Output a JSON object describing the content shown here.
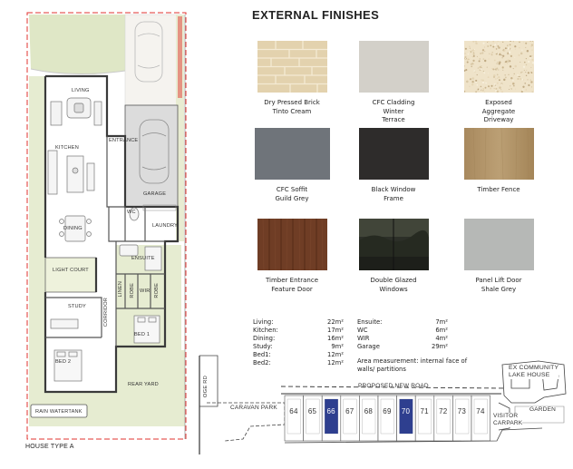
{
  "plan": {
    "rooms": {
      "living": "LIVING",
      "kitchen": "KITCHEN",
      "entrance": "ENTRANCE",
      "garage": "GARAGE",
      "dining": "DINING",
      "wc": "WC",
      "laundry": "LAUNDRY",
      "light_court": "LIGHT COURT",
      "ensuite": "ENSUITE",
      "linen": "LINEN",
      "robe": "ROBE",
      "wir": "WIR",
      "study": "STUDY",
      "corridor": "CORRIDOR",
      "bed1": "BED 1",
      "bed2": "BED 2",
      "rear_yard": "REAR YARD",
      "rain_tank": "RAIN WATERTANK"
    },
    "house_type": "HOUSE TYPE A"
  },
  "finishes": {
    "title": "EXTERNAL FINISHES",
    "items": [
      {
        "name": "Dry Pressed Brick\nTinto Cream",
        "color": "#e3d2ae"
      },
      {
        "name": "CFC Cladding\nWinter\nTerrace",
        "color": "#d3d0c9"
      },
      {
        "name": "Exposed\nAggregate\nDriveway",
        "color": "#efe3c9"
      },
      {
        "name": "CFC Soffit\nGuild Grey",
        "color": "#6f747a"
      },
      {
        "name": "Black Window\nFrame",
        "color": "#2e2c2b"
      },
      {
        "name": "Timber Fence",
        "color": "#b09368"
      },
      {
        "name": "Timber Entrance\nFeature Door",
        "color": "#6f3d25"
      },
      {
        "name": "Double Glazed\nWindows",
        "color": "#2c2f28"
      },
      {
        "name": "Panel Lift Door\nShale Grey",
        "color": "#b6b8b6"
      }
    ]
  },
  "areas": {
    "left": [
      {
        "name": "Living:",
        "value": "22m²"
      },
      {
        "name": "Kitchen:",
        "value": "17m²"
      },
      {
        "name": "Dining:",
        "value": "16m²"
      },
      {
        "name": "Study:",
        "value": "9m²"
      },
      {
        "name": "Bed1:",
        "value": "12m²"
      },
      {
        "name": "Bed2:",
        "value": "12m²"
      }
    ],
    "right": [
      {
        "name": "Ensuite:",
        "value": "7m²"
      },
      {
        "name": "WC",
        "value": "6m²"
      },
      {
        "name": "WIR",
        "value": "4m²"
      },
      {
        "name": "Garage",
        "value": "29m²"
      }
    ],
    "note": "Area measurement: internal face of walls/ partitions"
  },
  "sitemap": {
    "road": "PROPOSED NEW ROAD",
    "side_road": "OGE RD",
    "caravan_park": "CARAVAN PARK",
    "community": "EX COMMUNITY\nLAKE HOUSE",
    "garden": "GARDEN",
    "visitor": "VISITOR\nCARPARK",
    "lots": [
      {
        "label": "64",
        "highlight": false
      },
      {
        "label": "65",
        "highlight": false
      },
      {
        "label": "66",
        "highlight": true
      },
      {
        "label": "67",
        "highlight": false
      },
      {
        "label": "68",
        "highlight": false
      },
      {
        "label": "69",
        "highlight": false
      },
      {
        "label": "70",
        "highlight": true
      },
      {
        "label": "71",
        "highlight": false
      },
      {
        "label": "72",
        "highlight": false
      },
      {
        "label": "73",
        "highlight": false
      },
      {
        "label": "74",
        "highlight": false
      }
    ],
    "highlight_color": "#2e3f8f"
  }
}
